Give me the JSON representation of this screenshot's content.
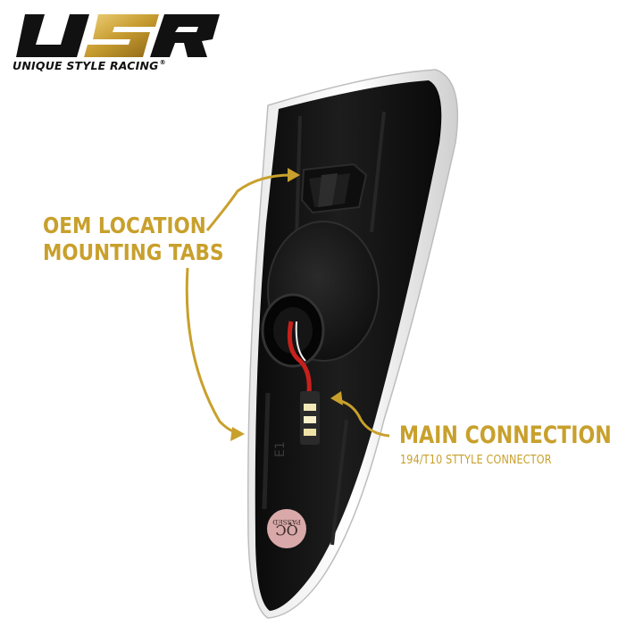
{
  "logo": {
    "mark": "USR",
    "tagline": "UNIQUE STYLE RACING",
    "registered": "®"
  },
  "callouts": {
    "oem_line1": "OEM LOCATION",
    "oem_line2": "MOUNTING TABS",
    "main_title": "MAIN CONNECTION",
    "main_subtitle": "194/T10 STTYLE CONNECTOR"
  },
  "qc_sticker": {
    "line1": "QC",
    "line2": "PASSED"
  },
  "housing_marking": "E1",
  "colors": {
    "gold": "#c8a02c",
    "housing": "#141414",
    "sticker": "#d9a9a9"
  }
}
